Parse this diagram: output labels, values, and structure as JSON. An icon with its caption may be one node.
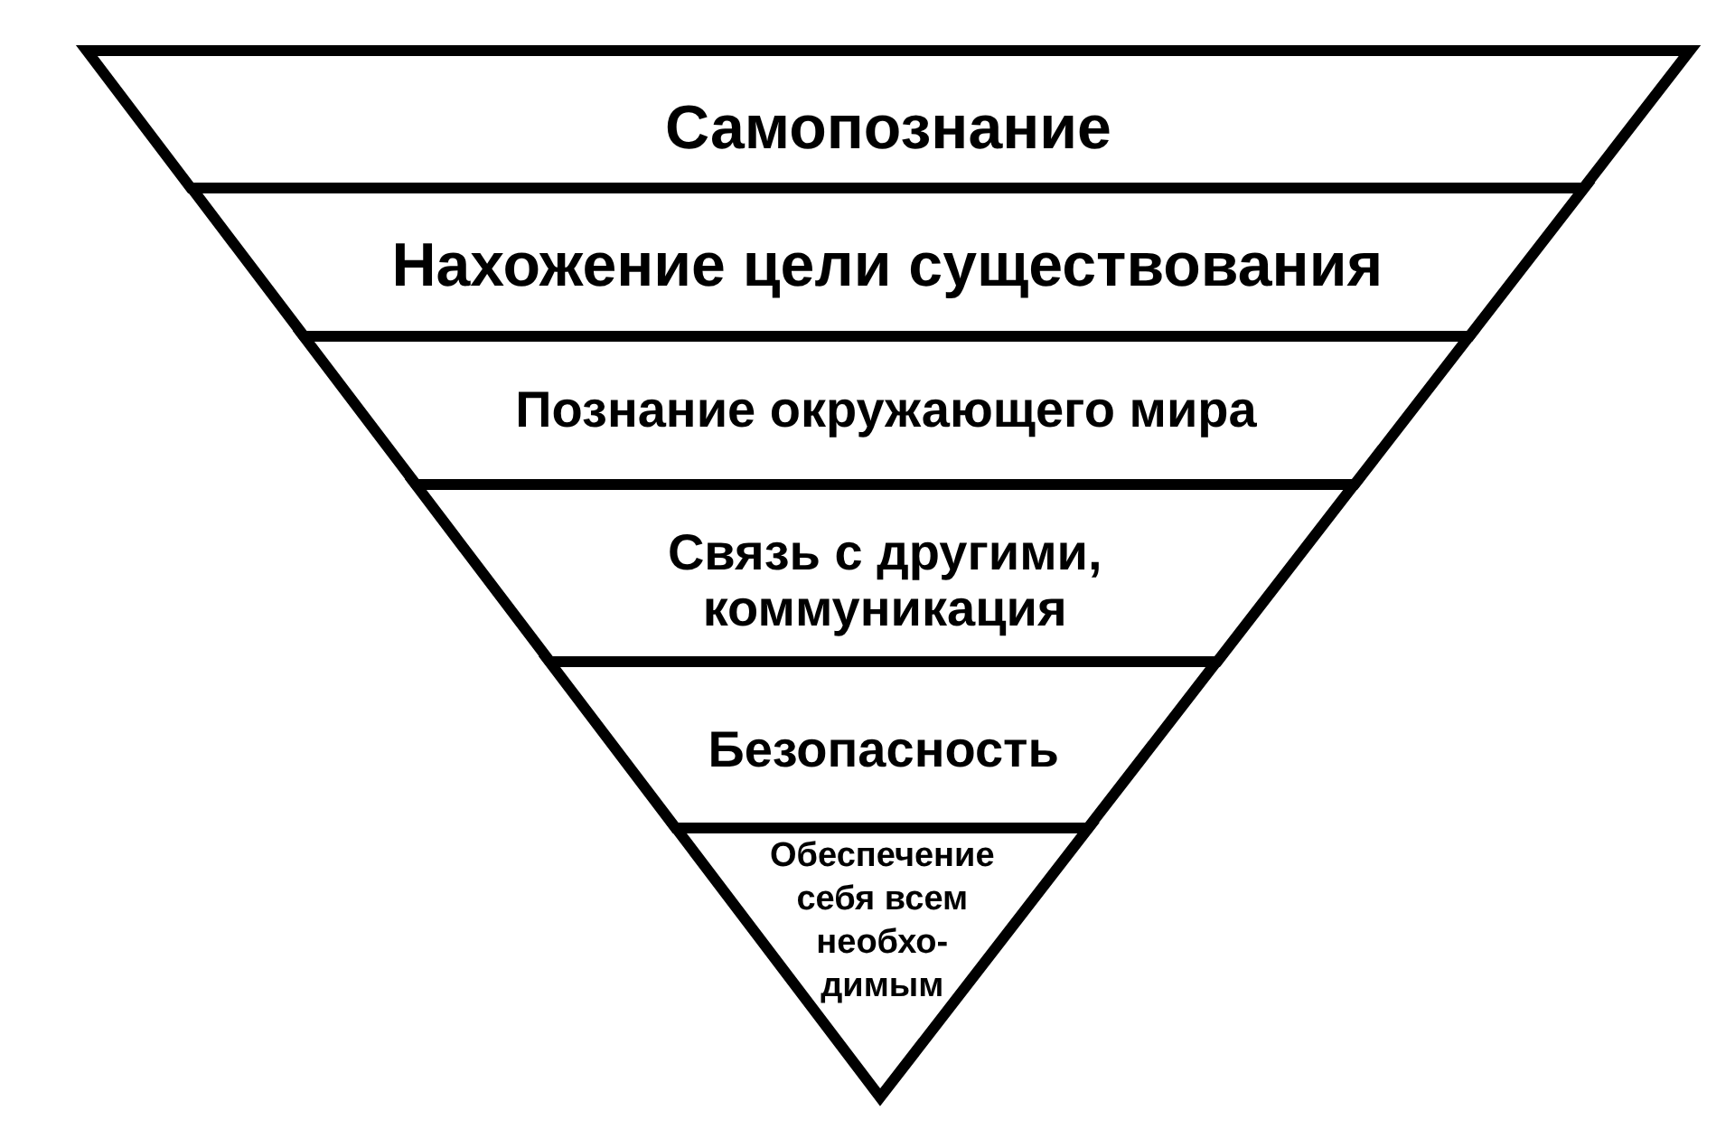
{
  "diagram": {
    "nodes": [
      {
        "text": [
          "Самопознание"
        ]
      },
      {
        "text": [
          "Нахожение цели существования"
        ]
      },
      {
        "text": [
          "Познание окружающего мира"
        ]
      },
      {
        "text": [
          "Связь с другими, коммуникация"
        ]
      },
      {
        "text": [
          "Безопасность"
        ]
      },
      {
        "text": [
          "Обеспечение себя всем необхо- димым"
        ]
      }
    ]
  }
}
